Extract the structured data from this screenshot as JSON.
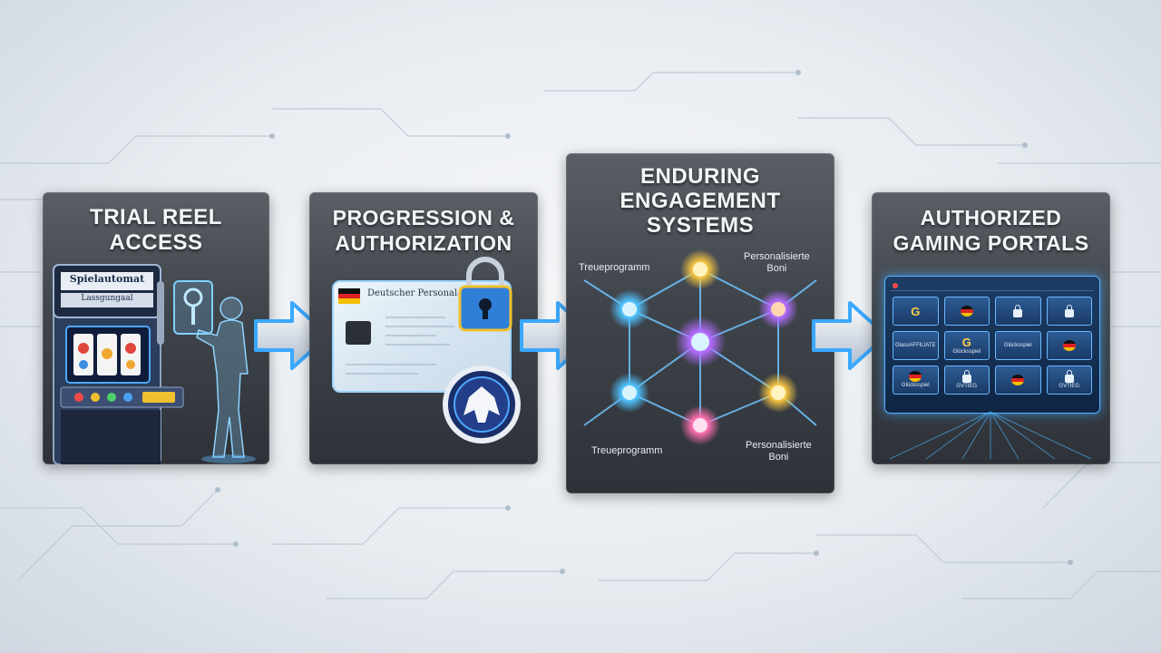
{
  "stage1": {
    "title_line1": "TRIAL REEL",
    "title_line2": "ACCESS",
    "machine_sign_line1": "Spielautomat",
    "machine_sign_line2": "Lassgungaal"
  },
  "stage2": {
    "title_line1": "PROGRESSION &",
    "title_line2": "AUTHORIZATION",
    "card_label": "Deutscher Personalausweis"
  },
  "stage3": {
    "title_line1": "ENDURING",
    "title_line2": "ENGAGEMENT",
    "title_line3": "SYSTEMS",
    "label_top_left": "Treueprogramm",
    "label_top_right_1": "Personalisierte",
    "label_top_right_2": "Boni",
    "label_bottom_left": "Treueprogramm",
    "label_bottom_right_1": "Personalisierte",
    "label_bottom_right_2": "Boni"
  },
  "stage4": {
    "title_line1": "AUTHORIZED",
    "title_line2": "GAMING PORTALS",
    "portal_tiles": [
      {
        "icon": "g-logo-icon",
        "label": ""
      },
      {
        "icon": "german-flag-icon",
        "label": ""
      },
      {
        "icon": "lock-icon",
        "label": ""
      },
      {
        "icon": "lock-icon",
        "label": ""
      },
      {
        "icon": "text-logo",
        "label": "GlassAFFILIATE"
      },
      {
        "icon": "g-logo-icon",
        "label": "Glücksspiel"
      },
      {
        "icon": "text-logo",
        "label": "Glücksspiel"
      },
      {
        "icon": "german-flag-icon",
        "label": ""
      },
      {
        "icon": "german-flag-icon",
        "label": "Glücksspiel"
      },
      {
        "icon": "lock-icon",
        "label": "GVTIEG"
      },
      {
        "icon": "german-flag-icon",
        "label": ""
      },
      {
        "icon": "lock-icon",
        "label": "GVTIEG"
      }
    ]
  },
  "colors": {
    "accent_blue": "#3aa8ff",
    "panel_dark": "#3f444b",
    "node_blue": "#4fc3ff",
    "node_gold": "#f5c542",
    "node_purple": "#b46cff",
    "node_pink": "#ff6fb0"
  }
}
